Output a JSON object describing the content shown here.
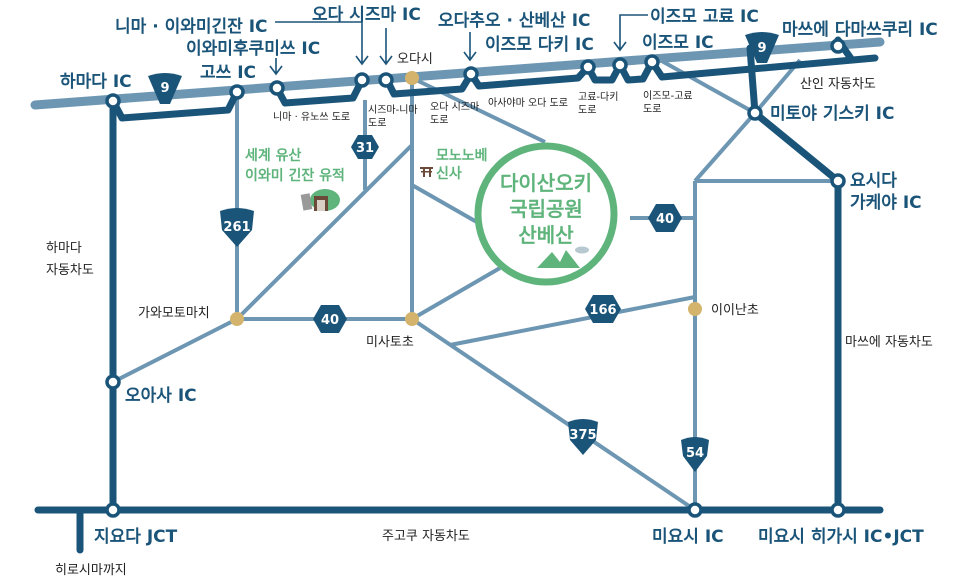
{
  "colors": {
    "expressway": "#1b5479",
    "road": "#6d96b3",
    "park": "#5fb47c",
    "city": "#d4b46c"
  },
  "interchanges": {
    "hamada": "하마다 IC",
    "gotsu": "고쓰 IC",
    "iwami_kuchimisu": "이와미후쿠미쓰 IC",
    "nima_iwami": "니마 · 이와미긴잔 IC",
    "oda_shizuma": "오다 시즈마 IC",
    "oda_sanbesan": "오다추오 · 산베산 IC",
    "izumo_taki": "이즈모 다키 IC",
    "izumo_goryo": "이즈모 고료 IC",
    "izumo": "이즈모 IC",
    "masue_tamatsukuri": "마쓰에 다마쓰쿠리 IC",
    "mitoya": "미토야 기스키 IC",
    "yoshida_line1": "요시다",
    "yoshida_line2": "가케야 IC",
    "oasa": "오아사 IC",
    "chiyoda": "지요다 JCT",
    "miyoshi": "미요시 IC",
    "miyoshi_higashi": "미요시 히가시 IC•JCT"
  },
  "roads": {
    "nima_yunotsu": "니마 · 유노쓰 도로",
    "shizuma_nima_1": "시즈마-니마",
    "shizuma_nima_2": "도로",
    "oda_shizuma_1": "오다 시즈마",
    "oda_shizuma_2": "도로",
    "asayama_oda": "아사야마 오다 도로",
    "goryo_taki_1": "고료-다키",
    "goryo_taki_2": "도로",
    "izumo_goryo_1": "이즈모-고료",
    "izumo_goryo_2": "도로",
    "sanin": "산인 자동차도",
    "hamada_1": "하마다",
    "hamada_2": "자동차도",
    "matsue": "마쓰에 자동차도",
    "chugoku": "주고쿠 자동차도",
    "to_hiroshima": "히로시마까지"
  },
  "cities": {
    "oda": "오다시",
    "kawamoto": "가와모토마치",
    "misato": "미사토초",
    "iinan": "이이난초"
  },
  "route_numbers": {
    "r9a": "9",
    "r9b": "9",
    "r31": "31",
    "r261": "261",
    "r40a": "40",
    "r40b": "40",
    "r166": "166",
    "r375": "375",
    "r54": "54"
  },
  "landmarks": {
    "heritage_1": "세계 유산",
    "heritage_2": "이와미 긴잔 유적",
    "shrine_1": "모노노베",
    "shrine_2": "신사",
    "park_1": "다이산오키",
    "park_2": "국립공원",
    "park_3": "산베산"
  }
}
